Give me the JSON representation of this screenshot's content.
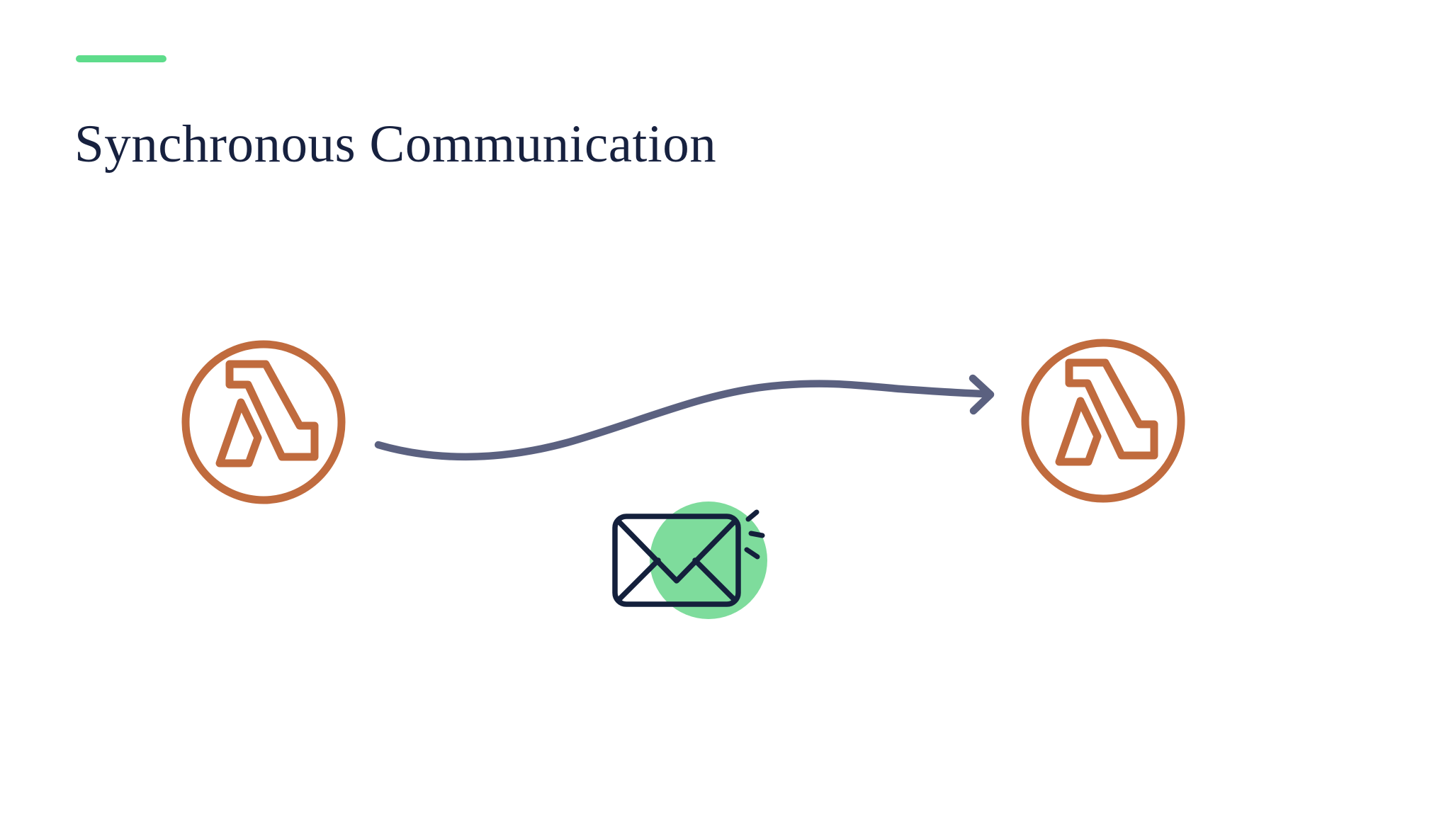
{
  "slide": {
    "title": "Synchronous Communication"
  },
  "colors": {
    "background": "#ffffff",
    "title-navy": "#17213f",
    "icon-navy": "#14203c",
    "lambda-orange": "#c06b3e",
    "connector-slate": "#5b6180",
    "accent-green": "#5edc8b",
    "message-green": "#7edc9c"
  },
  "diagram": {
    "left_node": {
      "icon": "aws-lambda-icon"
    },
    "right_node": {
      "icon": "aws-lambda-icon"
    },
    "connector": {
      "type": "curved-arrow",
      "direction": "left-to-right"
    },
    "message": {
      "icon": "email-envelope-icon",
      "accent": "green-circle",
      "detail": "notification-dashes"
    }
  }
}
